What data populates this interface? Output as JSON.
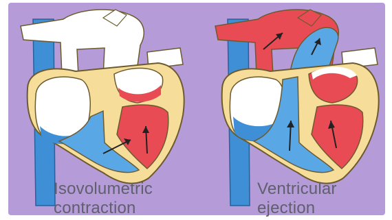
{
  "panels": [
    {
      "caption_line1": "Isovolumetric",
      "caption_line2": "contraction"
    },
    {
      "caption_line1": "Ventricular",
      "caption_line2": "ejection"
    }
  ],
  "colors": {
    "background": "#b59bd8",
    "deoxygenated_blood": "#3f8fd6",
    "oxygenated_blood": "#e94b55",
    "myocardium": "#f6dd9a",
    "vessel_empty": "#ffffff",
    "outline": "#6b5a2e"
  }
}
